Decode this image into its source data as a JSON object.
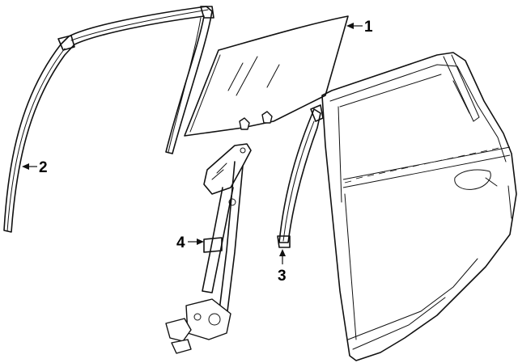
{
  "callouts": [
    {
      "id": "glass",
      "label": "1"
    },
    {
      "id": "front-run-channel",
      "label": "2"
    },
    {
      "id": "rear-run-channel",
      "label": "3"
    },
    {
      "id": "window-regulator",
      "label": "4"
    }
  ]
}
